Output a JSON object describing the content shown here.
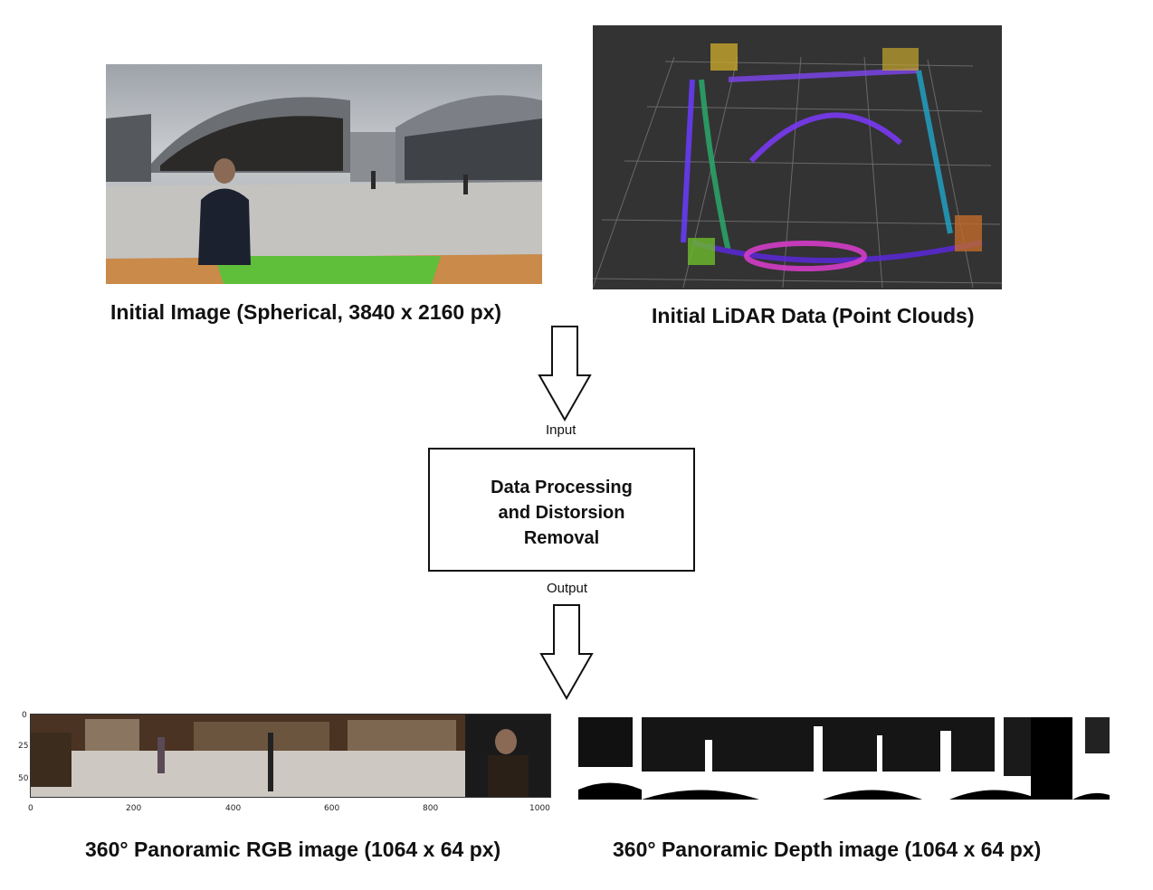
{
  "captions": {
    "spherical": "Initial Image (Spherical, 3840 x 2160 px)",
    "lidar": "Initial LiDAR Data (Point Clouds)",
    "rgb": "360° Panoramic RGB image (1064 x 64 px)",
    "depth": "360° Panoramic Depth image (1064 x 64 px)"
  },
  "flow": {
    "input_label": "Input",
    "output_label": "Output",
    "process_lines": [
      "Data Processing",
      "and Distorsion",
      "Removal"
    ]
  },
  "rgb_axes": {
    "x_ticks": [
      "0",
      "200",
      "400",
      "600",
      "800",
      "1000"
    ],
    "y_ticks": [
      "0",
      "25",
      "50"
    ]
  }
}
